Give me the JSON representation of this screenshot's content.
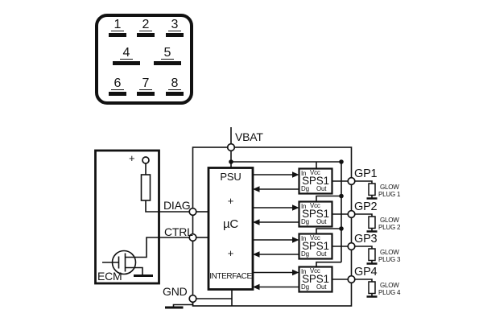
{
  "colors": {
    "line": "#111111",
    "background": "#ffffff"
  },
  "connector": {
    "pins": [
      "1",
      "2",
      "3",
      "4",
      "5",
      "6",
      "7",
      "8"
    ]
  },
  "ecm": {
    "label": "ECM",
    "plus_label": "+"
  },
  "module": {
    "pins": {
      "vbat": "VBAT",
      "diag": "DIAG",
      "ctrl": "CTRL",
      "gnd": "GND"
    },
    "controller": {
      "psu": "PSU",
      "plus_top": "+",
      "mcu": "µC",
      "plus_bottom": "+",
      "interface": "INTERFACE"
    },
    "sps": {
      "name": "SPS1",
      "pin_in": "In",
      "pin_vcc": "Vcc",
      "pin_dg": "Dg",
      "pin_out": "Out"
    },
    "gp_outputs": [
      "GP1",
      "GP2",
      "GP3",
      "GP4"
    ]
  },
  "glow_plugs": [
    {
      "line1": "GLOW",
      "line2": "PLUG 1"
    },
    {
      "line1": "GLOW",
      "line2": "PLUG 2"
    },
    {
      "line1": "GLOW",
      "line2": "PLUG 3"
    },
    {
      "line1": "GLOW",
      "line2": "PLUG 4"
    }
  ]
}
